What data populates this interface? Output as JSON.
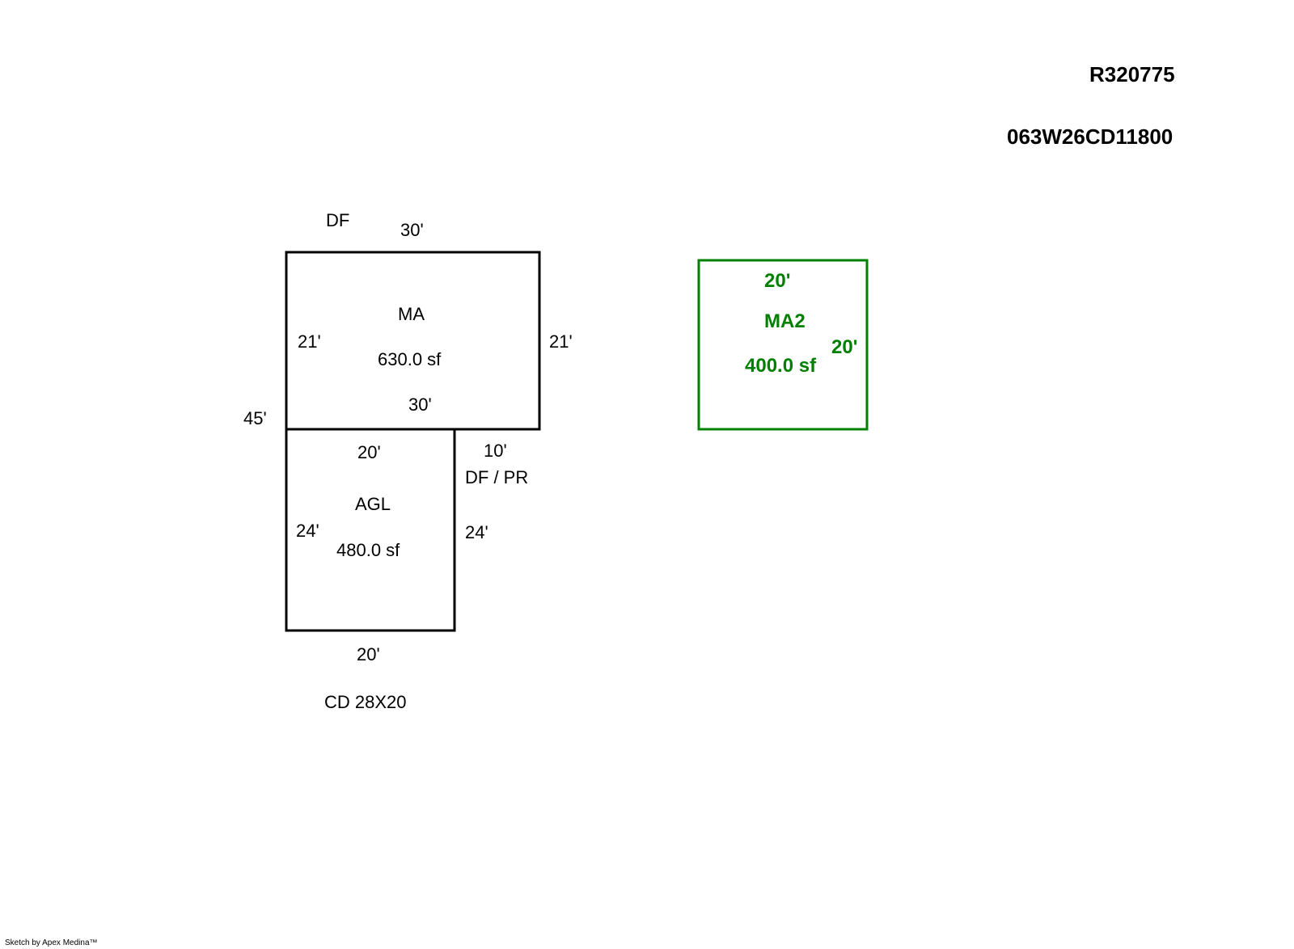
{
  "header": {
    "account_id": "R320775",
    "map_tax_lot": "063W26CD11800"
  },
  "areas": [
    {
      "label": "MA",
      "area_text": "630.0 sf",
      "color": "#000000",
      "dims": {
        "top": "30'",
        "bottom": "30'",
        "left": "21'",
        "right": "21'"
      }
    },
    {
      "label": "AGL",
      "area_text": "480.0 sf",
      "color": "#000000",
      "dims": {
        "top": "20'",
        "bottom": "20'",
        "left": "24'",
        "right": "24'"
      }
    },
    {
      "label": "MA2",
      "area_text": "400.0 sf",
      "color": "#008000",
      "dims": {
        "top": "20'",
        "right": "20'"
      }
    }
  ],
  "annotations": {
    "df_top": "DF",
    "overall_left": "45'",
    "step_width": "10'",
    "df_pr": "DF / PR",
    "cd_note": "CD  28X20"
  },
  "footer": {
    "credit": "Sketch by Apex Medina™"
  }
}
